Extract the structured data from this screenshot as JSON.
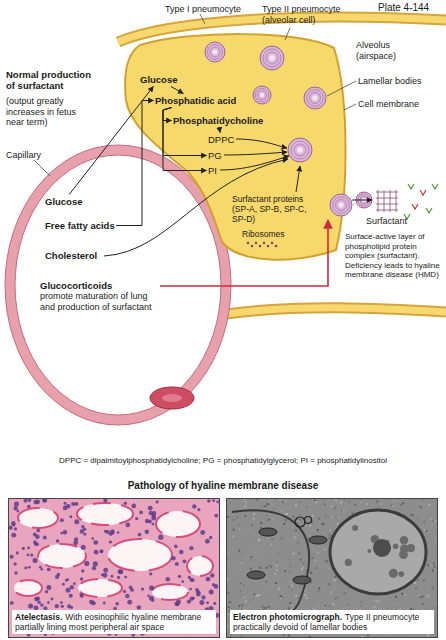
{
  "diagram": {
    "nodes": [
      {
        "text": [
          "Glucose"
        ]
      },
      {
        "text": [
          "Phosphatidic acid"
        ]
      },
      {
        "text": [
          "Phosphatidycholine"
        ]
      },
      {
        "text": [
          "DPPC"
        ]
      },
      {
        "text": [
          "PG"
        ]
      },
      {
        "text": [
          "PI"
        ]
      },
      {
        "text": [
          "Glucose"
        ]
      },
      {
        "text": [
          "Free fatty acids"
        ]
      },
      {
        "text": [
          "Cholesterol"
        ]
      },
      {
        "text": [
          "Surfactant proteins (SP-A, SP-B, SP-C, SP-D)"
        ]
      },
      {
        "text": [
          "Ribosomes"
        ]
      },
      {
        "text": [
          "Glucocorticoids",
          "promote maturation of lung and production of surfactant"
        ]
      },
      {
        "text": [
          "Atelectasis.",
          "With eosinophilic hyaline membrane partially lining most peripheral air space"
        ]
      },
      {
        "text": [
          "Electron photomicrograph.",
          "Type II pneumocyte practically devoid of lamellar bodies"
        ]
      }
    ],
    "edges": [
      {
        "from": 6,
        "to": 0,
        "arrow": "to"
      },
      {
        "from": 0,
        "to": 1,
        "arrow": "to"
      },
      {
        "from": 1,
        "to": 2,
        "arrow": "to"
      },
      {
        "from": 2,
        "to": 3,
        "arrow": "to"
      },
      {
        "from": 1,
        "to": 4,
        "arrow": "to"
      },
      {
        "from": 1,
        "to": 5,
        "arrow": "to"
      },
      {
        "from": 7,
        "to": 1,
        "arrow": "to"
      }
    ],
    "labels": [
      "Plate 4-144",
      "Normal production of surfactant",
      "(output greatly increases in fetus near term)",
      "Type I pneumocyte",
      "Type II pneumocyte (alveolar cell)",
      "Alveolus (airspace)",
      "Lamellar bodies",
      "Cell membrane",
      "Capillary",
      "Surfactant",
      "Surface-active layer of phospholipid protein complex (surfactant). Deficiency leads to hyaline membrane disease (HMD)",
      "DPPC = dipalmitoylphosphatidylcholine; PG = phosphatidylglycerol; PI = phosphatidylinositol",
      "Pathology of hyaline membrane disease"
    ]
  }
}
